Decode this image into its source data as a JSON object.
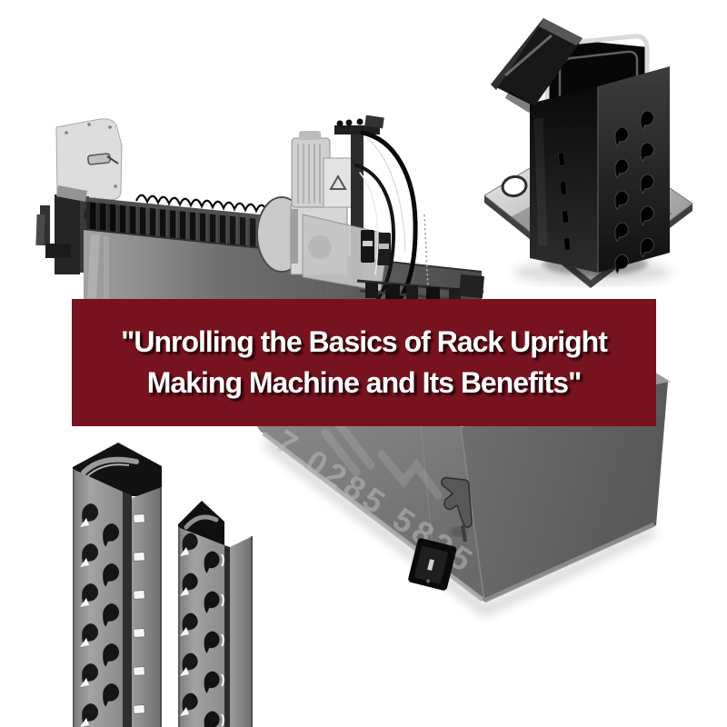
{
  "banner": {
    "title_line1": "\"Unrolling the Basics of Rack Upright",
    "title_line2": "Making Machine and Its Benefits\"",
    "background_color": "#76131f",
    "text_color": "#ffffff"
  },
  "machine_base_box": {
    "watermark_text": "7 0285 5825"
  },
  "figures": {
    "top_left": "roll-forming-machine-photo",
    "top_right": "rack-upright-sample-photo",
    "bottom_left": "rack-upright-posts-render",
    "bottom_right": "machine-base-box-photo"
  },
  "colors": {
    "background": "#ffffff",
    "banner_maroon": "#76131f",
    "title_white": "#ffffff",
    "box_gray": "#6e6e6e",
    "post_gray": "#8f8f8f",
    "sample_black": "#141414",
    "watermark_gray": "#b9b9b9"
  }
}
